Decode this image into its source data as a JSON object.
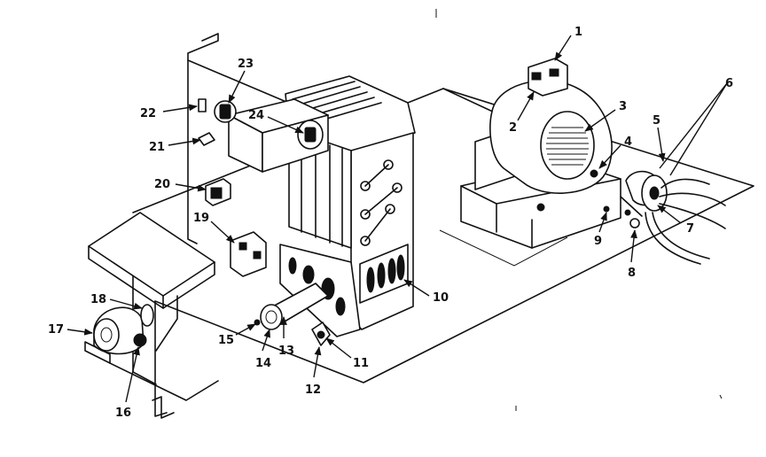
{
  "callouts": [
    "1",
    "2",
    "3",
    "4",
    "5",
    "6",
    "7",
    "8",
    "9",
    "10",
    "11",
    "12",
    "13",
    "14",
    "15",
    "16",
    "17",
    "18",
    "19",
    "20",
    "21",
    "22",
    "23",
    "24"
  ],
  "style": {
    "ink": "#111111",
    "paper": "#ffffff"
  }
}
